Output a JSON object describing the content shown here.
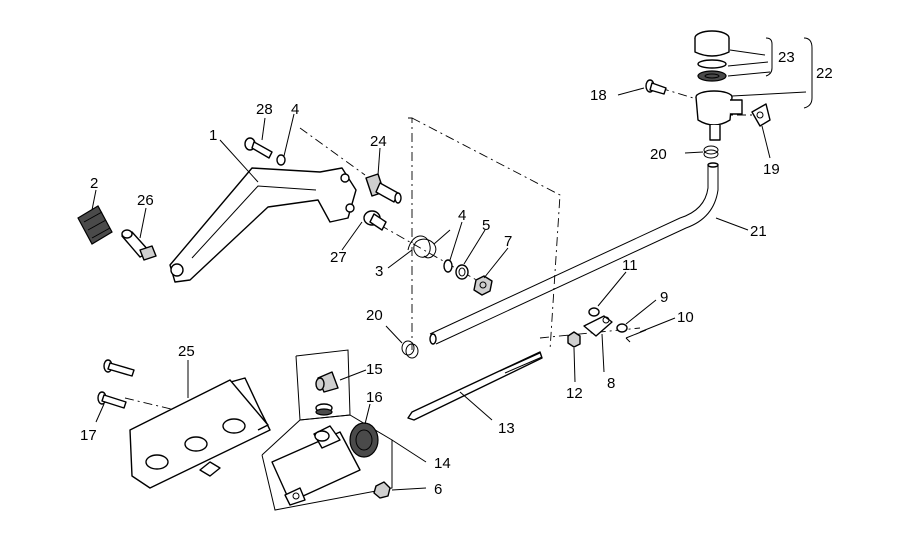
{
  "labels": {
    "n1": "1",
    "n2": "2",
    "n3": "3",
    "n4a": "4",
    "n4b": "4",
    "n5": "5",
    "n6": "6",
    "n7": "7",
    "n8": "8",
    "n9": "9",
    "n10": "10",
    "n11": "11",
    "n12": "12",
    "n13": "13",
    "n14": "14",
    "n15": "15",
    "n16": "16",
    "n17": "17",
    "n18": "18",
    "n19": "19",
    "n20a": "20",
    "n20b": "20",
    "n21": "21",
    "n22": "22",
    "n23": "23",
    "n24": "24",
    "n25": "25",
    "n26": "26",
    "n27": "27",
    "n28": "28"
  }
}
